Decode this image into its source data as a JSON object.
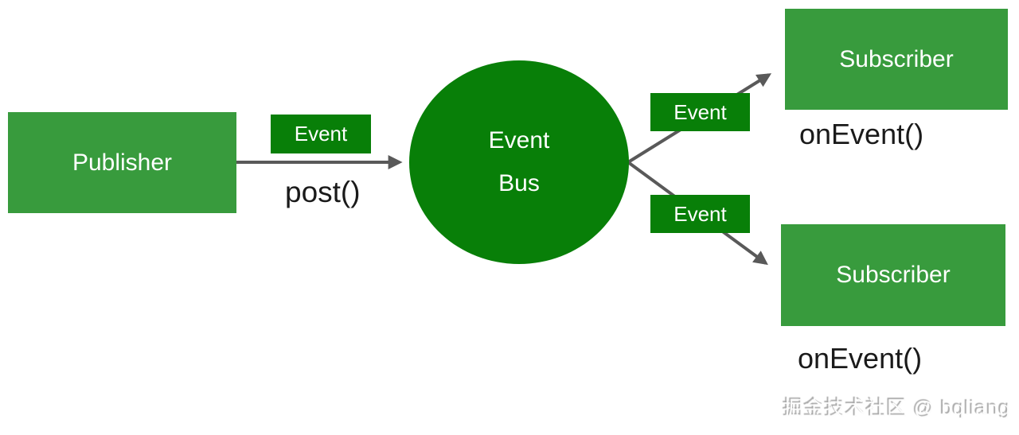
{
  "colors": {
    "box_green": "#389b3d",
    "dark_green": "#087f08",
    "arrow_gray": "#595959",
    "text_dark": "#1a1a1a",
    "white": "#ffffff",
    "watermark_gray": "#a8a8a8"
  },
  "diagram": {
    "publisher": {
      "label": "Publisher",
      "method_label": "post()"
    },
    "event_bus": {
      "line1": "Event",
      "line2": "Bus"
    },
    "event_labels": [
      "Event",
      "Event",
      "Event"
    ],
    "subscribers": [
      {
        "label": "Subscriber",
        "method_label": "onEvent()"
      },
      {
        "label": "Subscriber",
        "method_label": "onEvent()"
      }
    ],
    "watermark": "掘金技术社区 @ bqliang"
  }
}
